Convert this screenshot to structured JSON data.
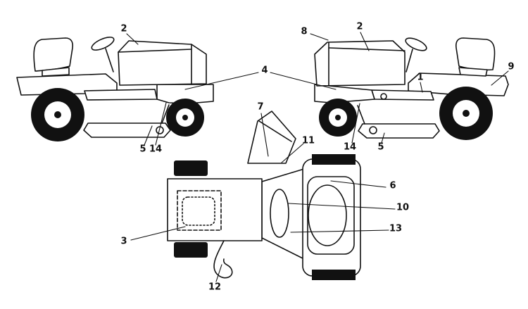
{
  "figure": {
    "type": "parts-location-diagram",
    "subject": "lawn-tractor",
    "colors": {
      "line": "#111111",
      "background": "#ffffff"
    },
    "callouts": [
      {
        "label": "2",
        "view": "left-side-view"
      },
      {
        "label": "4",
        "view": "both-side-views"
      },
      {
        "label": "5",
        "view": "left-side-view"
      },
      {
        "label": "14",
        "view": "left-side-view"
      },
      {
        "label": "8",
        "view": "right-side-view"
      },
      {
        "label": "2",
        "view": "right-side-view"
      },
      {
        "label": "1",
        "view": "right-side-view"
      },
      {
        "label": "9",
        "view": "right-side-view"
      },
      {
        "label": "14",
        "view": "right-side-view"
      },
      {
        "label": "5",
        "view": "right-side-view"
      },
      {
        "label": "7",
        "view": "top-view"
      },
      {
        "label": "11",
        "view": "top-view"
      },
      {
        "label": "6",
        "view": "top-view"
      },
      {
        "label": "10",
        "view": "top-view"
      },
      {
        "label": "13",
        "view": "top-view"
      },
      {
        "label": "3",
        "view": "top-view"
      },
      {
        "label": "12",
        "view": "top-view"
      }
    ]
  }
}
